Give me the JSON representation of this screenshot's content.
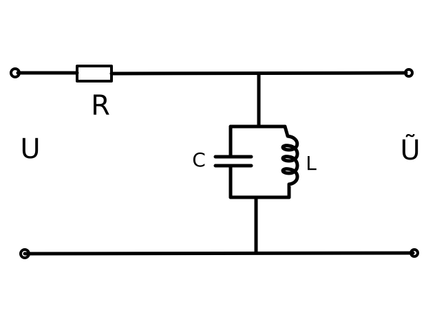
{
  "labels": {
    "resistor": "R",
    "capacitor": "C",
    "inductor": "L",
    "input_voltage": "U",
    "output_voltage": "Ũ"
  },
  "colors": {
    "ink": "#000000",
    "background": "#ffffff"
  }
}
